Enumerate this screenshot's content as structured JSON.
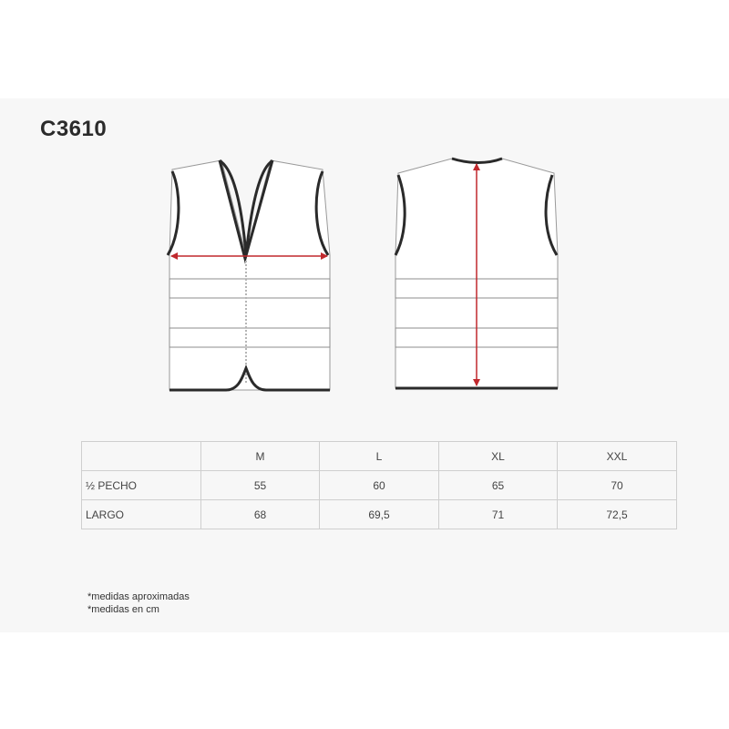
{
  "product": {
    "code": "C3610"
  },
  "colors": {
    "outline": "#2a2a2a",
    "measure_arrow": "#c0282d",
    "grid": "#cfcfcf",
    "background": "#f7f7f7"
  },
  "illustrations": {
    "front": {
      "icon": "vest-front-icon"
    },
    "back": {
      "icon": "vest-back-icon"
    }
  },
  "size_table": {
    "columns": [
      "",
      "M",
      "L",
      "XL",
      "XXL"
    ],
    "rows": [
      {
        "label": "½ PECHO",
        "values": [
          "55",
          "60",
          "65",
          "70"
        ]
      },
      {
        "label": "LARGO",
        "values": [
          "68",
          "69,5",
          "71",
          "72,5"
        ]
      }
    ]
  },
  "notes": [
    "*medidas aproximadas",
    "*medidas en cm"
  ]
}
